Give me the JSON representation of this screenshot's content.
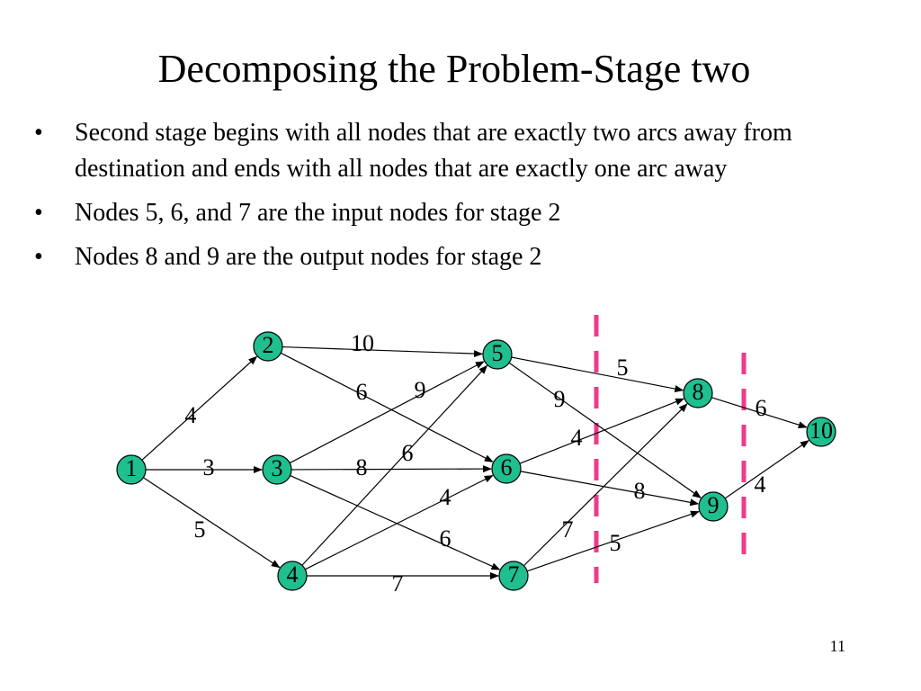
{
  "title": "Decomposing the Problem-Stage two",
  "bullets": [
    "Second stage begins with all nodes that are exactly two arcs away from destination and ends with all nodes that are exactly one arc away",
    "Nodes 5, 6, and 7 are the input nodes for stage 2",
    "Nodes 8 and 9 are the output nodes for stage 2"
  ],
  "bullet_symbol": "•",
  "graph": {
    "node_color": "#1fbf8f",
    "divider_color": "#ee3b8a",
    "nodes": [
      "1",
      "2",
      "3",
      "4",
      "5",
      "6",
      "7",
      "8",
      "9",
      "10"
    ],
    "edges": [
      {
        "from": "1",
        "to": "2",
        "weight": "4"
      },
      {
        "from": "1",
        "to": "3",
        "weight": "3"
      },
      {
        "from": "1",
        "to": "4",
        "weight": "5"
      },
      {
        "from": "2",
        "to": "5",
        "weight": "10"
      },
      {
        "from": "2",
        "to": "6",
        "weight": "6"
      },
      {
        "from": "3",
        "to": "5",
        "weight": "9"
      },
      {
        "from": "3",
        "to": "6",
        "weight": "8"
      },
      {
        "from": "3",
        "to": "7",
        "weight": "6"
      },
      {
        "from": "4",
        "to": "5",
        "weight": "6"
      },
      {
        "from": "4",
        "to": "6",
        "weight": "4"
      },
      {
        "from": "4",
        "to": "7",
        "weight": "7"
      },
      {
        "from": "5",
        "to": "8",
        "weight": "5"
      },
      {
        "from": "5",
        "to": "9",
        "weight": "9"
      },
      {
        "from": "6",
        "to": "8",
        "weight": "4"
      },
      {
        "from": "6",
        "to": "9",
        "weight": "8"
      },
      {
        "from": "7",
        "to": "8",
        "weight": "7"
      },
      {
        "from": "7",
        "to": "9",
        "weight": "5"
      },
      {
        "from": "8",
        "to": "10",
        "weight": "6"
      },
      {
        "from": "9",
        "to": "10",
        "weight": "4"
      }
    ]
  },
  "page_number": "11"
}
